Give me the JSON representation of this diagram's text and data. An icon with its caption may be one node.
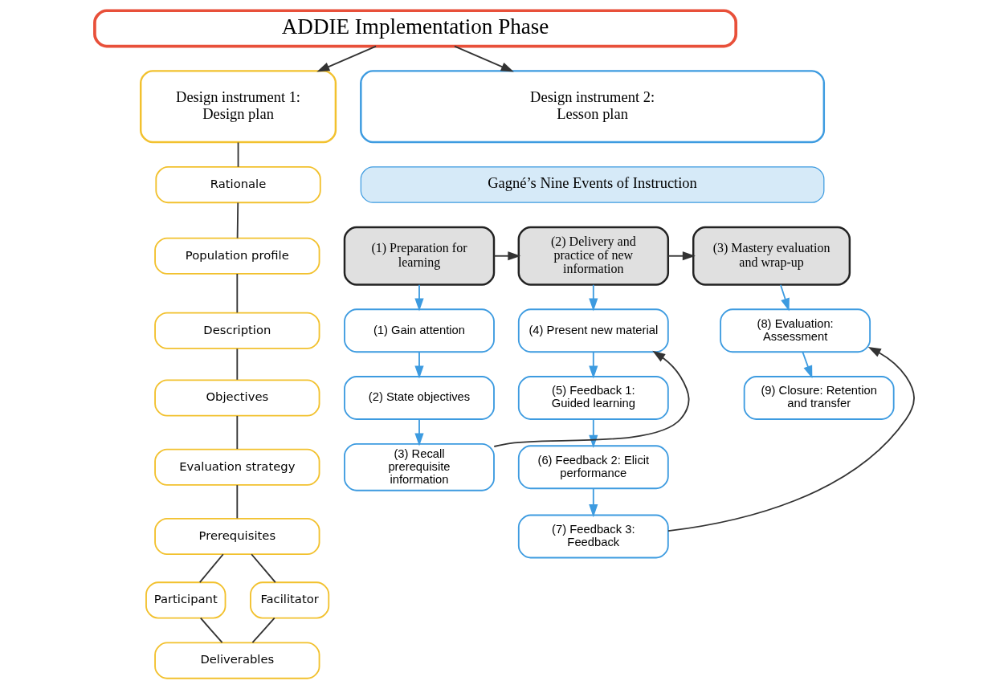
{
  "diagram": {
    "nodes": [
      {
        "text": [
          "ADDIE Implementation Phase"
        ]
      },
      {
        "text": [
          "Design instrument 1: Design plan"
        ]
      },
      {
        "text": [
          "Design instrument 2: Lesson plan"
        ]
      },
      {
        "text": [
          "Rationale"
        ]
      },
      {
        "text": [
          "Population profile"
        ]
      },
      {
        "text": [
          "Description"
        ]
      },
      {
        "text": [
          "Objectives"
        ]
      },
      {
        "text": [
          "Evaluation strategy"
        ]
      },
      {
        "text": [
          "Prerequisites"
        ]
      },
      {
        "text": [
          "Participant"
        ]
      },
      {
        "text": [
          "Facilitator"
        ]
      },
      {
        "text": [
          "Deliverables"
        ]
      },
      {
        "text": [
          "Gagné’s Nine Events of Instruction"
        ]
      },
      {
        "text": [
          "(1) Preparation for learning"
        ]
      },
      {
        "text": [
          "(2) Delivery and practice of new information"
        ]
      },
      {
        "text": [
          "(3) Mastery evaluation and wrap-up"
        ]
      },
      {
        "text": [
          "(1) Gain attention"
        ]
      },
      {
        "text": [
          "(4) Present new material"
        ]
      },
      {
        "text": [
          "(8) Evaluation: Assessment"
        ]
      },
      {
        "text": [
          "(2) State objectives"
        ]
      },
      {
        "text": [
          "(5) Feedback 1: Guided learning"
        ]
      },
      {
        "text": [
          "(9) Closure: Retention and transfer"
        ]
      },
      {
        "text": [
          "(3) Recall prerequisite information"
        ]
      },
      {
        "text": [
          "(6) Feedback 2: Elicit performance"
        ]
      },
      {
        "text": [
          "(7) Feedback 3: Feedback"
        ]
      }
    ],
    "edges": [
      {
        "from": 0,
        "to": 1,
        "arrow": "to"
      },
      {
        "from": 0,
        "to": 2,
        "arrow": "to"
      },
      {
        "from": 1,
        "to": 3,
        "arrow": "none"
      },
      {
        "from": 3,
        "to": 4,
        "arrow": "none"
      },
      {
        "from": 4,
        "to": 5,
        "arrow": "none"
      },
      {
        "from": 5,
        "to": 6,
        "arrow": "none"
      },
      {
        "from": 6,
        "to": 7,
        "arrow": "none"
      },
      {
        "from": 7,
        "to": 8,
        "arrow": "none"
      },
      {
        "from": 8,
        "to": 9,
        "arrow": "none"
      },
      {
        "from": 8,
        "to": 10,
        "arrow": "none"
      },
      {
        "from": 9,
        "to": 11,
        "arrow": "none"
      },
      {
        "from": 10,
        "to": 11,
        "arrow": "none"
      },
      {
        "from": 13,
        "to": 14,
        "arrow": "to"
      },
      {
        "from": 14,
        "to": 15,
        "arrow": "to"
      },
      {
        "from": 13,
        "to": 16,
        "arrow": "to",
        "color": "#3d9be0"
      },
      {
        "from": 16,
        "to": 19,
        "arrow": "to",
        "color": "#3d9be0"
      },
      {
        "from": 19,
        "to": 22,
        "arrow": "to",
        "color": "#3d9be0"
      },
      {
        "from": 22,
        "to": 17,
        "arrow": "to"
      },
      {
        "from": 14,
        "to": 17,
        "arrow": "to",
        "color": "#3d9be0"
      },
      {
        "from": 17,
        "to": 20,
        "arrow": "to",
        "color": "#3d9be0"
      },
      {
        "from": 20,
        "to": 23,
        "arrow": "to",
        "color": "#3d9be0"
      },
      {
        "from": 23,
        "to": 24,
        "arrow": "to",
        "color": "#3d9be0"
      },
      {
        "from": 24,
        "to": 18,
        "arrow": "to"
      },
      {
        "from": 15,
        "to": 18,
        "arrow": "to",
        "color": "#3d9be0"
      },
      {
        "from": 18,
        "to": 21,
        "arrow": "to",
        "color": "#3d9be0"
      }
    ]
  }
}
